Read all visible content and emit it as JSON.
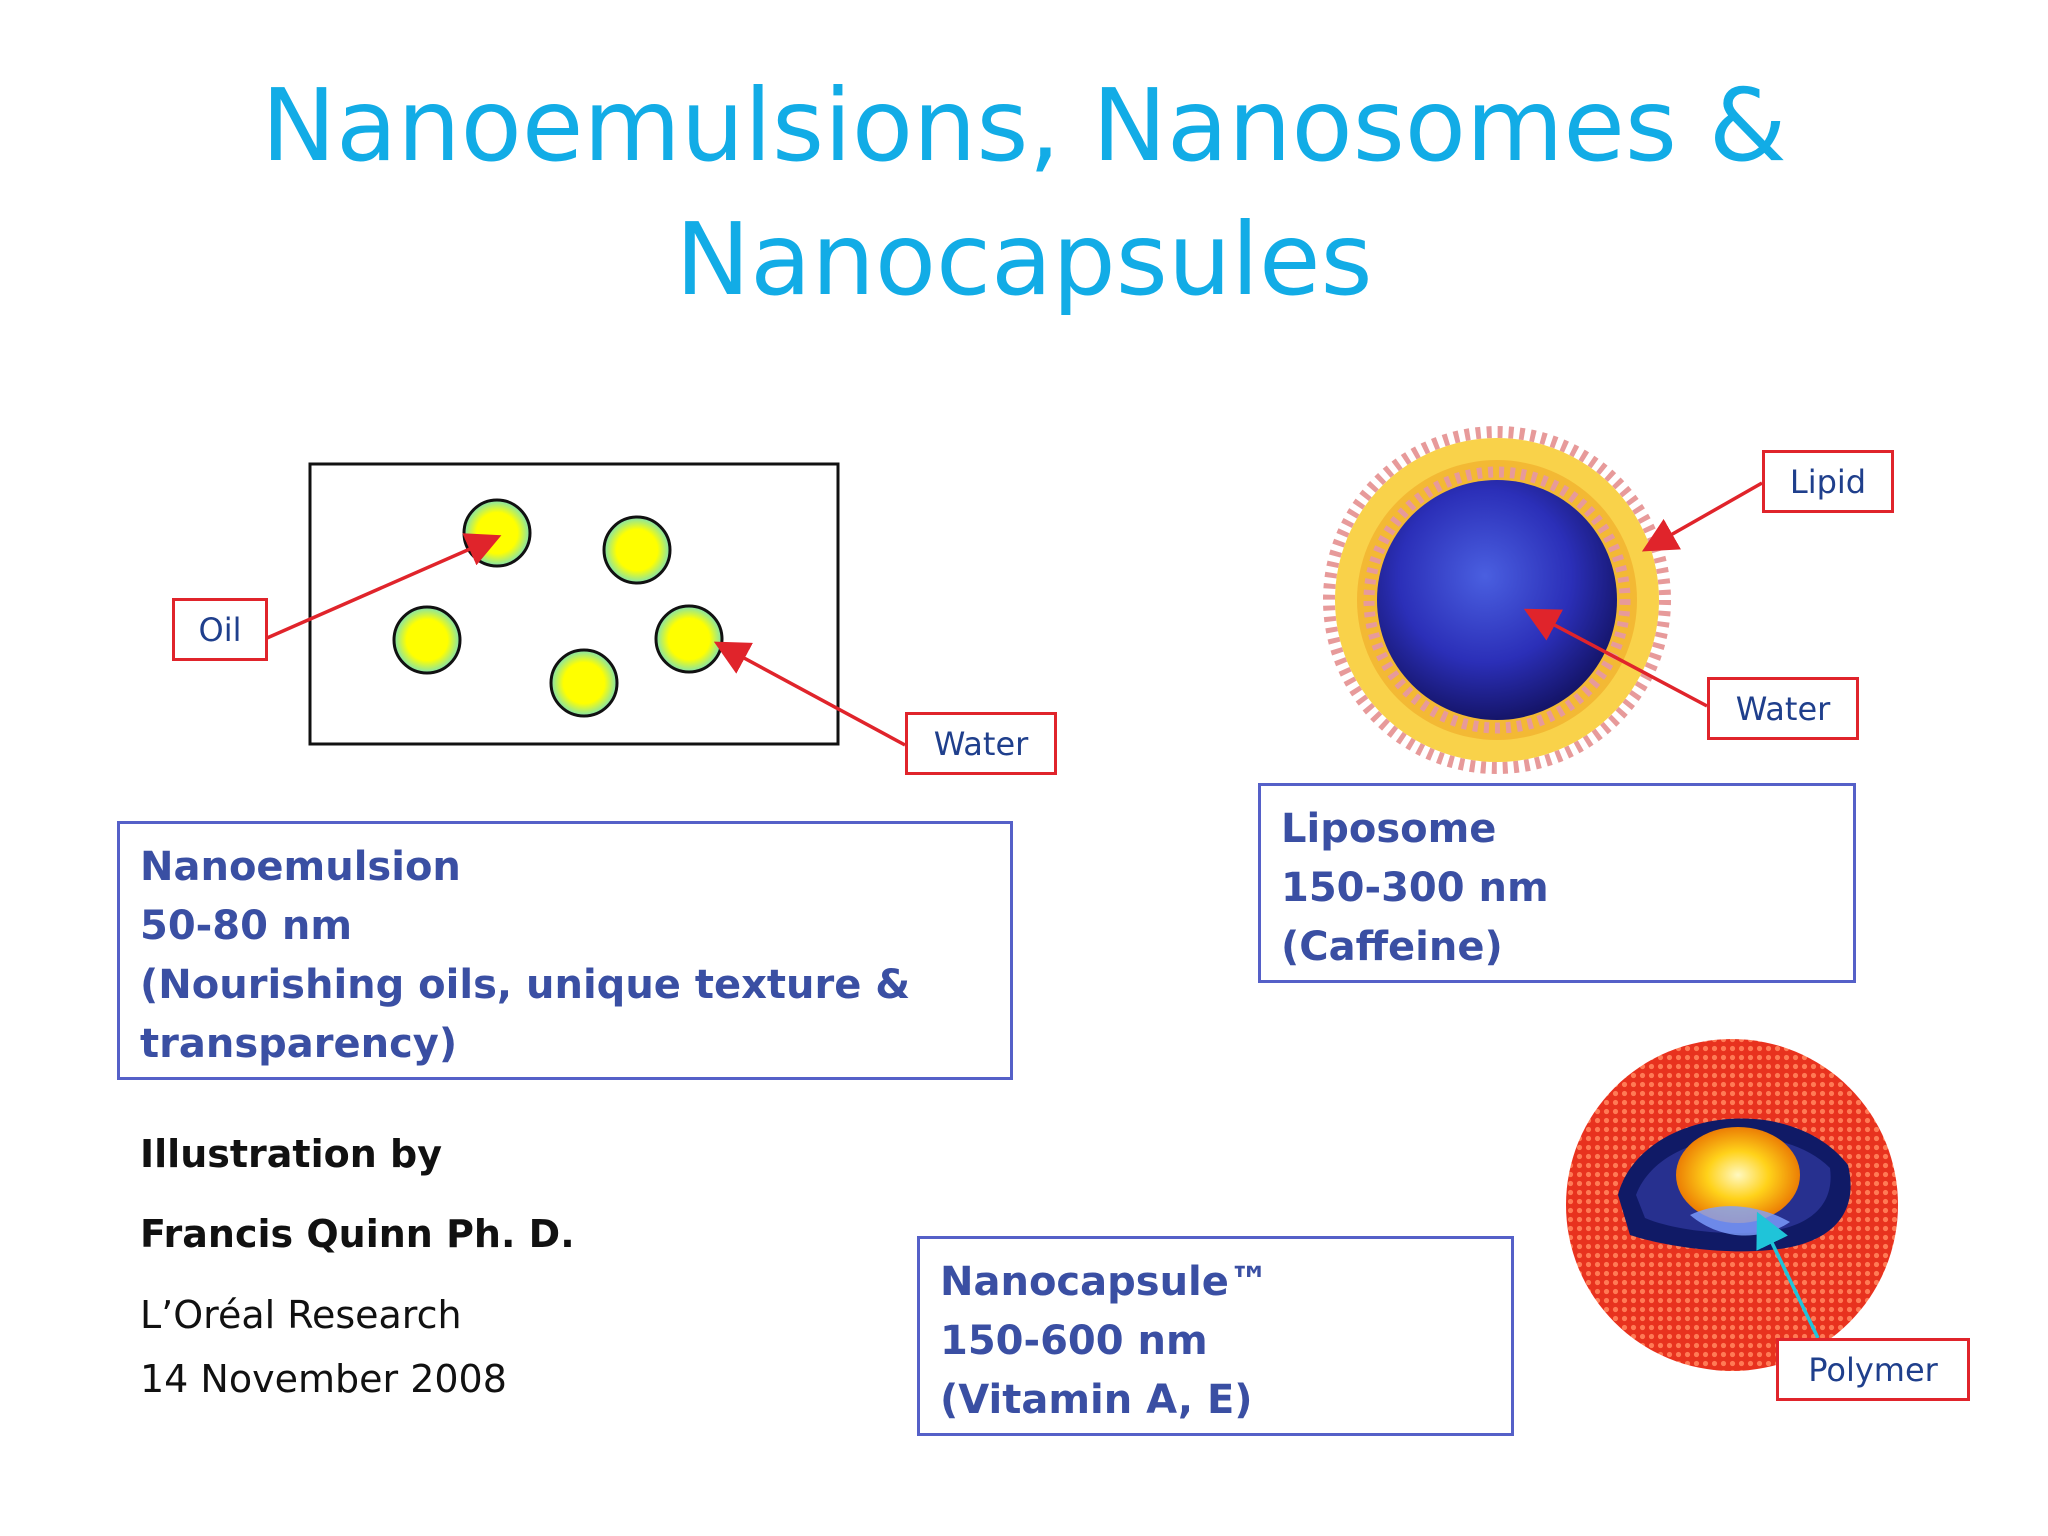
{
  "title": {
    "line1": "Nanoemulsions,  Nanosomes  &",
    "line2": "Nanocapsules"
  },
  "nanoemulsion_figure": {
    "labels": {
      "oil": "Oil",
      "water": "Water"
    }
  },
  "liposome_figure": {
    "labels": {
      "lipid": "Lipid",
      "water": "Water"
    }
  },
  "nanocapsule_figure": {
    "labels": {
      "polymer": "Polymer"
    }
  },
  "boxes": {
    "nanoemulsion": {
      "name": "Nanoemulsion",
      "size": "50-80 nm",
      "desc_line1": "(Nourishing oils, unique texture &",
      "desc_line2": "transparency)"
    },
    "liposome": {
      "name": "Liposome",
      "size": "150-300 nm",
      "desc": "(Caffeine)"
    },
    "nanocapsule": {
      "name": "Nanocapsule™",
      "size": "150-600 nm",
      "desc": "(Vitamin A, E)"
    }
  },
  "credits": {
    "line1": "Illustration by",
    "line2": "Francis Quinn Ph. D.",
    "line3": "L’Oréal Research",
    "line4": "14 November 2008"
  },
  "colors": {
    "title": "#12ace6",
    "label_border": "#e0242b",
    "box_border": "#5560c8",
    "box_text": "#3a4fa3",
    "arrow": "#e0242b",
    "polymer_arrow": "#1fc4d9"
  }
}
